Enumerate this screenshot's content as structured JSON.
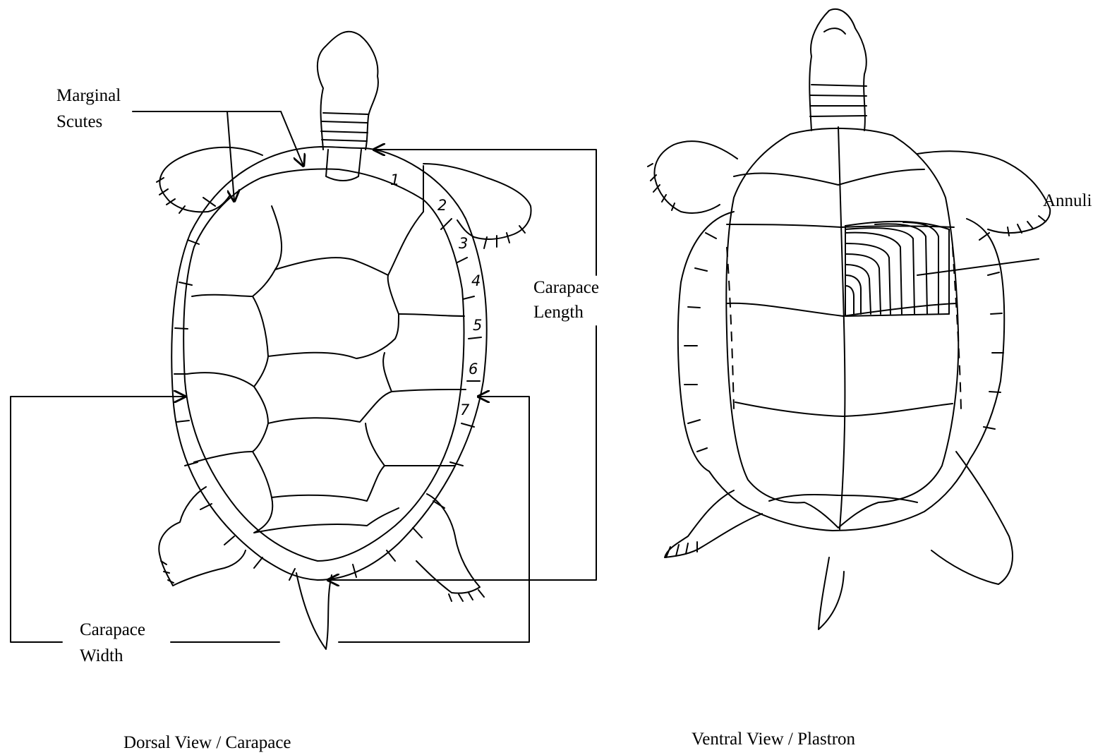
{
  "labels": {
    "marginal_scutes": [
      "Marginal",
      "Scutes"
    ],
    "carapace_length": [
      "Carapace",
      "Length"
    ],
    "carapace_width": [
      "Carapace",
      "Width"
    ],
    "annuli": "Annuli",
    "dorsal_caption": "Dorsal View / Carapace",
    "ventral_caption": "Ventral View / Plastron"
  },
  "marginal_numbers": [
    "1",
    "2",
    "3",
    "4",
    "5",
    "6",
    "7"
  ]
}
